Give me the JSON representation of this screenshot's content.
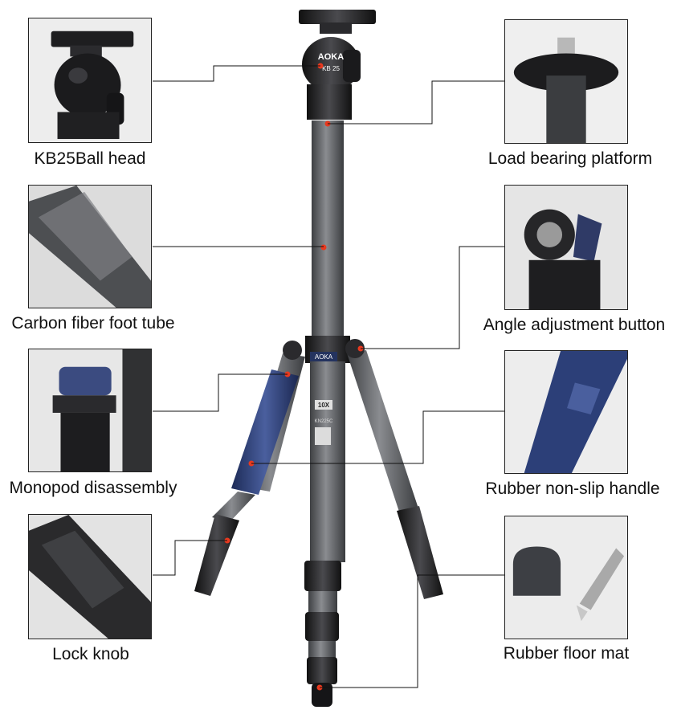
{
  "callouts": {
    "ball_head": "KB25Ball head",
    "platform": "Load bearing platform",
    "foot_tube": "Carbon fiber foot tube",
    "angle_button": "Angle adjustment button",
    "monopod": "Monopod disassembly",
    "handle": "Rubber non-slip handle",
    "lock_knob": "Lock knob",
    "floor_mat": "Rubber floor mat"
  },
  "product": {
    "brand_head": "AOKA",
    "head_model": "KB 25",
    "center_brand": "AOKA",
    "layers": "10X",
    "model_code": "KN225C"
  },
  "colors": {
    "leader_line": "#111111",
    "marker": "#e8391f",
    "handle_blue": "#2c3f78",
    "metal_dark": "#1f1f22",
    "carbon": "#5b5d60"
  }
}
